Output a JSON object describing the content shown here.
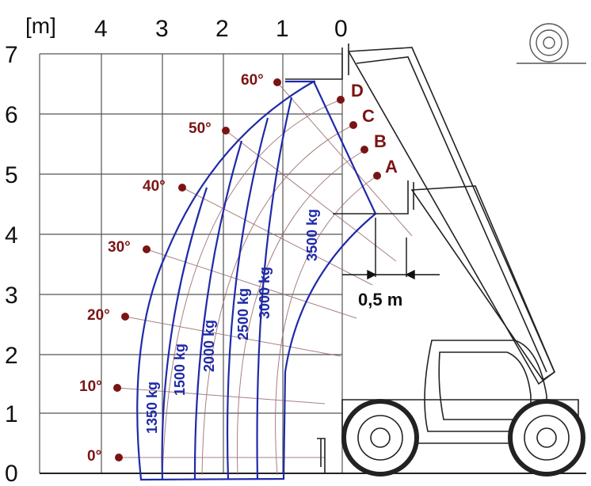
{
  "diagram": {
    "unit_label": "[m]",
    "x_ticks": [
      "4",
      "3",
      "2",
      "1",
      "0"
    ],
    "y_ticks": [
      "7",
      "6",
      "5",
      "4",
      "3",
      "2",
      "1",
      "0"
    ],
    "angles": [
      "60°",
      "50°",
      "40°",
      "30°",
      "20°",
      "10°",
      "0°"
    ],
    "boom_points": [
      "D",
      "C",
      "B",
      "A"
    ],
    "load_zones": [
      "1350 kg",
      "1500 kg",
      "2000 kg",
      "2500 kg",
      "3000 kg",
      "3500 kg"
    ],
    "dimension_label": "0,5 m",
    "colors": {
      "envelope": "#1f2aa8",
      "load_text": "#1f2aa8",
      "angle_marker": "#7a1414",
      "arcs": "#9a6a6a",
      "grid": "#444444",
      "machine": "#222222"
    },
    "icons": {
      "tire": "tire-icon",
      "telehandler": "telehandler-icon"
    }
  }
}
